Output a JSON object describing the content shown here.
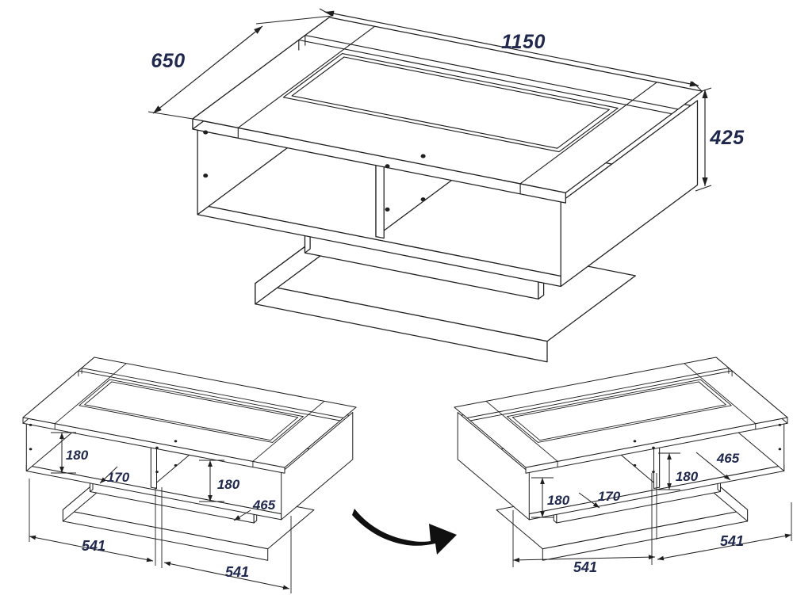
{
  "drawings": {
    "overview": {
      "label": "isometric-overview",
      "dimensions": {
        "length": "1150",
        "depth": "650",
        "height": "425"
      }
    },
    "detail_left": {
      "label": "detail-view-front-left",
      "dimensions": {
        "left_shelf_height": "180",
        "left_shelf_depth": "170",
        "right_shelf_height": "180",
        "right_shelf_diagonal": "465",
        "left_span": "541",
        "right_span": "541"
      }
    },
    "detail_right": {
      "label": "detail-view-front-right",
      "dimensions": {
        "right_shelf_diagonal": "465",
        "right_shelf_height": "180",
        "left_shelf_height": "180",
        "left_shelf_depth": "170",
        "left_span": "541",
        "right_span": "541"
      }
    }
  },
  "icons": {
    "rotation_arrow": "curved-right-arrow"
  },
  "colors": {
    "line": "#1f1f1f",
    "dimension_text": "#20294d",
    "background": "#ffffff"
  }
}
